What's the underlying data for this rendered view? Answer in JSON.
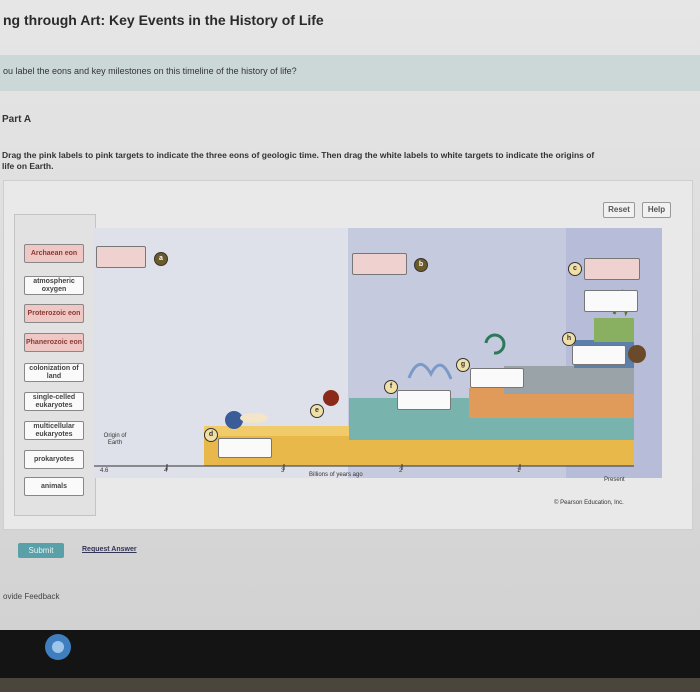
{
  "header": {
    "title": "ng through Art: Key Events in the History of Life",
    "question": "ou label the eons and key milestones on this timeline of the history of life?"
  },
  "part": {
    "label": "Part A",
    "instruction_line1": "Drag the pink labels to pink targets to indicate the three eons of geologic time. Then drag the white labels to white targets to indicate the origins of",
    "instruction_line2": "life on Earth."
  },
  "toolbar": {
    "reset_label": "Reset",
    "help_label": "Help"
  },
  "label_bank": {
    "items": [
      {
        "text": "Archaean eon",
        "color": "pink"
      },
      {
        "text": "atmospheric oxygen",
        "color": "white"
      },
      {
        "text": "Proterozoic eon",
        "color": "pink"
      },
      {
        "text": "Phanerozoic eon",
        "color": "pink"
      },
      {
        "text": "colonization of land",
        "color": "white"
      },
      {
        "text": "single-celled eukaryotes",
        "color": "white"
      },
      {
        "text": "multicellular eukaryotes",
        "color": "white"
      },
      {
        "text": "prokaryotes",
        "color": "white"
      },
      {
        "text": "animals",
        "color": "white"
      }
    ]
  },
  "diagram": {
    "origin_label": "Origin of Earth",
    "axis_label": "Billions of years ago",
    "present_label": "Present",
    "ticks": [
      "4.6",
      "4",
      "3",
      "2",
      "1"
    ],
    "markers": [
      "a",
      "b",
      "c",
      "d",
      "e",
      "f",
      "g",
      "h"
    ],
    "copyright": "© Pearson Education, Inc."
  },
  "actions": {
    "submit_label": "Submit",
    "request_answer_label": "Request Answer",
    "feedback_label": "ovide Feedback"
  },
  "colors": {
    "pink_label": "#efc8c5",
    "timeline_yellow": "#e8b84a",
    "timeline_teal": "#79b3ad",
    "timeline_orange": "#e09a5a",
    "timeline_gray": "#9aa3a8",
    "eon_shade": "#c5c9de",
    "submit": "#5aa0a8"
  }
}
